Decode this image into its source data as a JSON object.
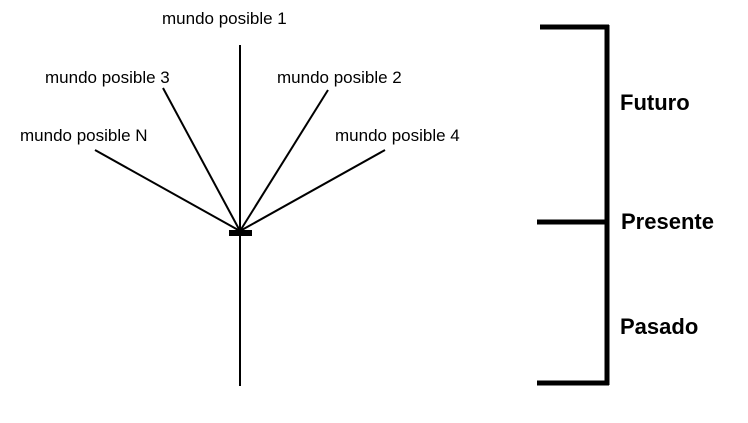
{
  "worlds": {
    "w1": "mundo posible 1",
    "w2": "mundo posible 2",
    "w3": "mundo posible 3",
    "w4": "mundo posible 4",
    "wN": "mundo posible N"
  },
  "timeline": {
    "future": "Futuro",
    "present": "Presente",
    "past": "Pasado"
  }
}
